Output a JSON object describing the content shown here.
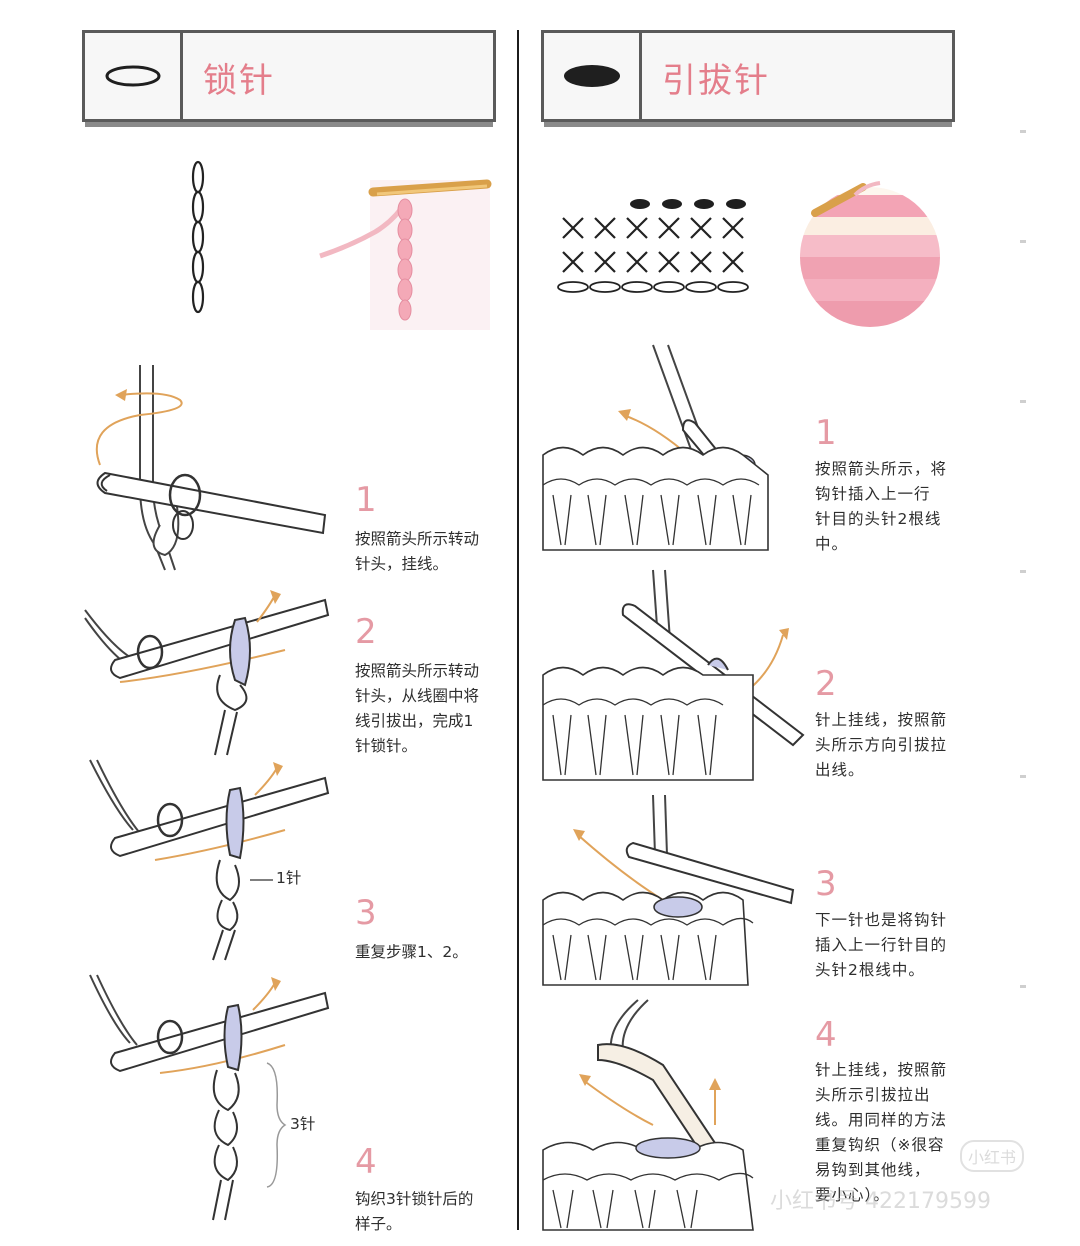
{
  "left": {
    "title": "锁针",
    "steps": [
      {
        "num": "1",
        "text": "按照箭头所示转动\n针头，挂线。"
      },
      {
        "num": "2",
        "text": "按照箭头所示转动\n针头，从线圈中将\n线引拔出，完成1\n针锁针。"
      },
      {
        "num": "3",
        "text": "重复步骤1、2。"
      },
      {
        "num": "4",
        "text": "钩织3针锁针后的\n样子。"
      }
    ],
    "labels": {
      "one_stitch": "1针",
      "three_stitches": "3针"
    }
  },
  "right": {
    "title": "引拔针",
    "steps": [
      {
        "num": "1",
        "text": "按照箭头所示，将\n钩针插入上一行\n针目的头针2根线\n中。"
      },
      {
        "num": "2",
        "text": "针上挂线，按照箭\n头所示方向引拔拉\n出线。"
      },
      {
        "num": "3",
        "text": "下一针也是将钩针\n插入上一行针目的\n头针2根线中。"
      },
      {
        "num": "4",
        "text": "针上挂线，按照箭\n头所示引拔拉出\n线。用同样的方法\n重复钩织（※很容\n易钩到其他线，\n要小心）。"
      }
    ]
  },
  "watermark": {
    "badge": "小红书",
    "text": "小红书号 422179599"
  },
  "colors": {
    "accent_pink": "#e47e8b",
    "number_pink": "#e59aa4",
    "yarn_orange": "#e0a35a",
    "loop_lavender": "#c8cbe9"
  }
}
